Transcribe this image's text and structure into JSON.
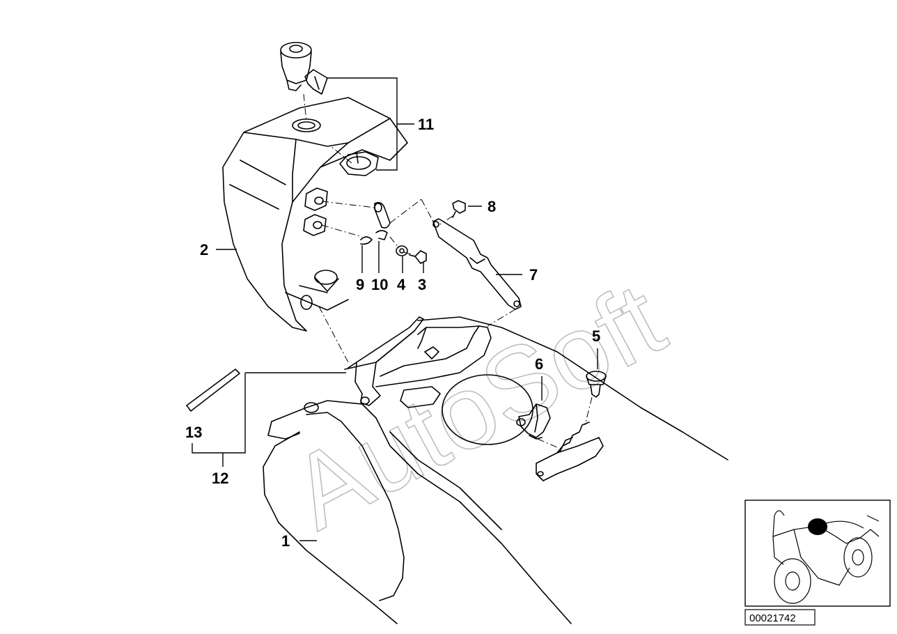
{
  "watermark": "AutoSoft",
  "reference_number": "00021742",
  "callouts": [
    {
      "id": "c1",
      "text": "1"
    },
    {
      "id": "c2",
      "text": "2"
    },
    {
      "id": "c3",
      "text": "3"
    },
    {
      "id": "c4",
      "text": "4"
    },
    {
      "id": "c5",
      "text": "5"
    },
    {
      "id": "c6",
      "text": "6"
    },
    {
      "id": "c7",
      "text": "7"
    },
    {
      "id": "c8",
      "text": "8"
    },
    {
      "id": "c9",
      "text": "9"
    },
    {
      "id": "c10",
      "text": "10"
    },
    {
      "id": "c11",
      "text": "11"
    },
    {
      "id": "c12",
      "text": "12"
    },
    {
      "id": "c13",
      "text": "13"
    }
  ],
  "colors": {
    "line": "#000000",
    "watermark": "#bdbdbd",
    "background": "#ffffff"
  }
}
